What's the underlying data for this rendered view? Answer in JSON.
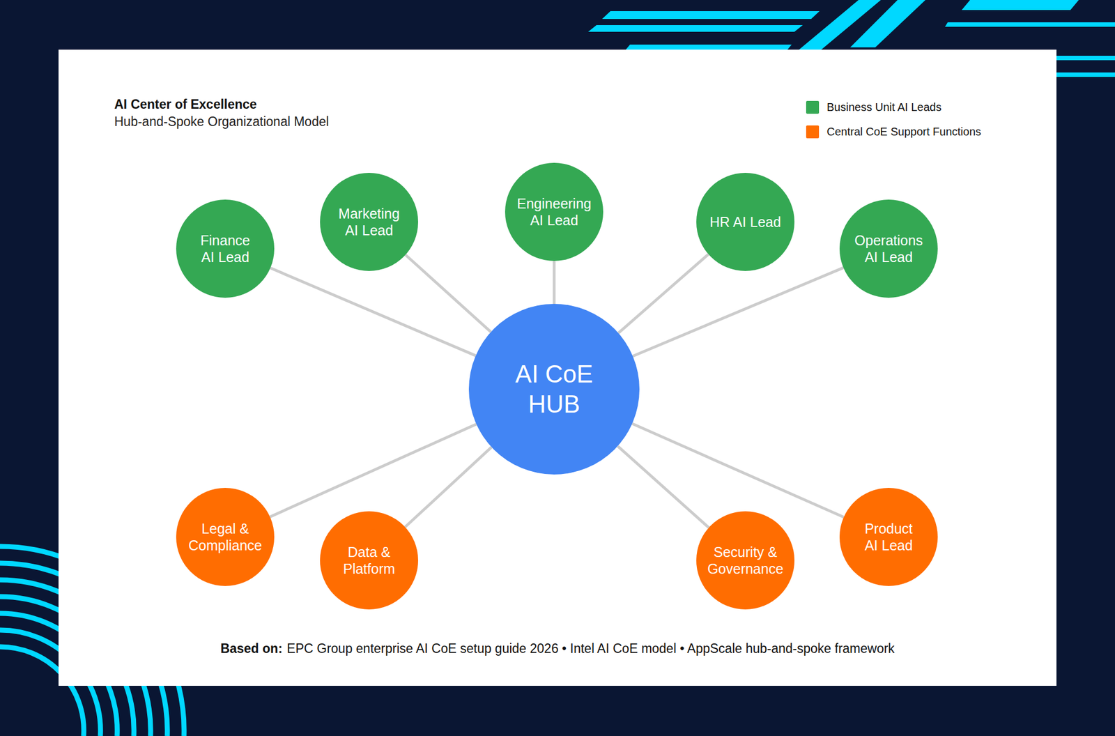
{
  "diagram": {
    "title": "AI Center of Excellence",
    "caption": "EPC Group enterprise AI CoE setup guide 2026 • Intel AI CoE model • AppScale hub-and-spoke framework",
    "nodes": [
      {
        "text": [
          "Finance AI Lead"
        ]
      },
      {
        "text": [
          "Marketing AI Lead"
        ]
      },
      {
        "text": [
          "Engineering AI Lead"
        ]
      },
      {
        "text": [
          "HR AI Lead"
        ]
      },
      {
        "text": [
          "Operations AI Lead"
        ]
      },
      {
        "text": [
          "AI CoE HUB"
        ]
      },
      {
        "text": [
          "Legal & Compliance"
        ]
      },
      {
        "text": [
          "Data & Platform"
        ]
      },
      {
        "text": [
          "Security & Governance"
        ]
      },
      {
        "text": [
          "Product AI Lead"
        ]
      }
    ],
    "edges": [
      {
        "from": 5,
        "to": 0,
        "arrow": "none"
      },
      {
        "from": 5,
        "to": 1,
        "arrow": "none"
      },
      {
        "from": 5,
        "to": 2,
        "arrow": "none"
      },
      {
        "from": 5,
        "to": 3,
        "arrow": "none"
      },
      {
        "from": 5,
        "to": 4,
        "arrow": "none"
      },
      {
        "from": 5,
        "to": 6,
        "arrow": "none"
      },
      {
        "from": 5,
        "to": 7,
        "arrow": "none"
      },
      {
        "from": 5,
        "to": 8,
        "arrow": "none"
      },
      {
        "from": 5,
        "to": 9,
        "arrow": "none"
      }
    ],
    "labels": [
      "Hub-and-Spoke Organizational Model",
      "Based on:"
    ],
    "legend": [
      {
        "text": "Business Unit AI Leads",
        "color": "#34a853"
      },
      {
        "text": "Central CoE Support Functions",
        "color": "#ff6d01"
      }
    ]
  }
}
